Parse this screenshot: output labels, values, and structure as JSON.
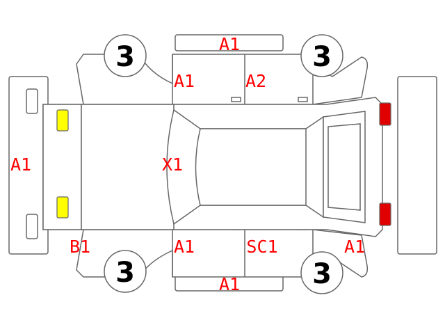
{
  "labels": {
    "roof": "X1",
    "front_bumper": "A1",
    "right_panel_top": "A1",
    "front_left_door": "A1",
    "rear_left_door": "A2",
    "front_left_fender": "B1",
    "front_right_door": "A1",
    "rear_right_door": "SC1",
    "rear_right_quarter": "A1",
    "right_panel_bottom": "A1"
  },
  "tires": {
    "top_left": "3",
    "top_right": "3",
    "bottom_left": "3",
    "bottom_right": "3"
  },
  "colors": {
    "label": "#ff0000",
    "headlight": "#ffff00",
    "taillight": "#e00000",
    "outline": "#666666"
  }
}
